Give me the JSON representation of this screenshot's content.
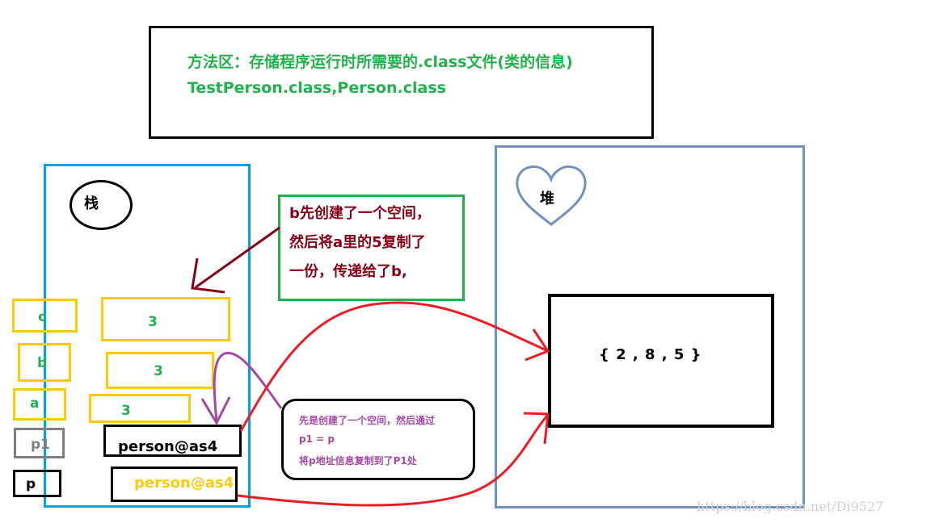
{
  "method_area": {
    "line1": "方法区：存储程序运行时所需要的.class文件(类的信息)",
    "line2": "TestPerson.class,Person.class"
  },
  "stack": {
    "label": "栈"
  },
  "heap": {
    "label": "堆",
    "array": "{ 2 , 8 , 5 }"
  },
  "note_b": {
    "line1": "b先创建了一个空间，",
    "line2": "然后将a里的5复制了",
    "line3": "一份，传递给了b,"
  },
  "note_p1": {
    "line1": "先是创建了一个空间，然后通过",
    "line2": "p1 = p",
    "line3": "将p地址信息复制到了P1处"
  },
  "variables": [
    {
      "name": "c",
      "value": "3"
    },
    {
      "name": "b",
      "value": "3"
    },
    {
      "name": "a",
      "value": "3"
    },
    {
      "name": "p1",
      "value": "person@as4"
    },
    {
      "name": "p",
      "value": "person@as4"
    }
  ],
  "watermark": "https://blog.csdn.net/Di9527",
  "colors": {
    "method_text": "#22b14c",
    "stack_border": "#00a2e8",
    "heap_border": "#7092be",
    "note_b_border": "#22b14c",
    "note_b_text": "#880015",
    "note_p1_text": "#a349a4",
    "var_box": "#ffc90e",
    "ref_arrow": "#ed1c24",
    "copy_arrow": "#880015",
    "p1_arrow": "#a349a4"
  }
}
